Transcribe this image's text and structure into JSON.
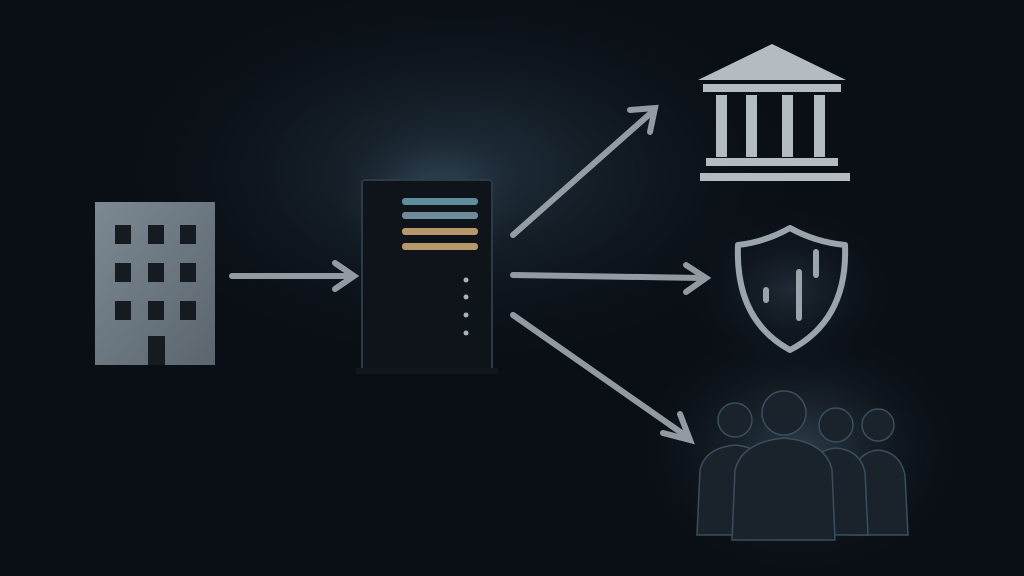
{
  "scene": {
    "background_color": "#0a0f15",
    "glow_color": "#3a5468",
    "icons": [
      {
        "name": "office-building-icon",
        "color": "#6e7a85"
      },
      {
        "name": "server-rack-icon",
        "color": "#0e141a",
        "bar_colors": [
          "#5f8d9c",
          "#6f8c9a",
          "#b8986a",
          "#b8986a"
        ]
      },
      {
        "name": "bank-institution-icon",
        "color": "#b4bcc2"
      },
      {
        "name": "shield-chart-icon",
        "color": "#9aa4ab"
      },
      {
        "name": "people-group-icon",
        "color": "#1a232b"
      }
    ],
    "arrows": [
      {
        "name": "arrow-building-to-server"
      },
      {
        "name": "arrow-server-to-bank"
      },
      {
        "name": "arrow-server-to-shield"
      },
      {
        "name": "arrow-server-to-people"
      }
    ],
    "arrow_color": "#aab3b9"
  }
}
